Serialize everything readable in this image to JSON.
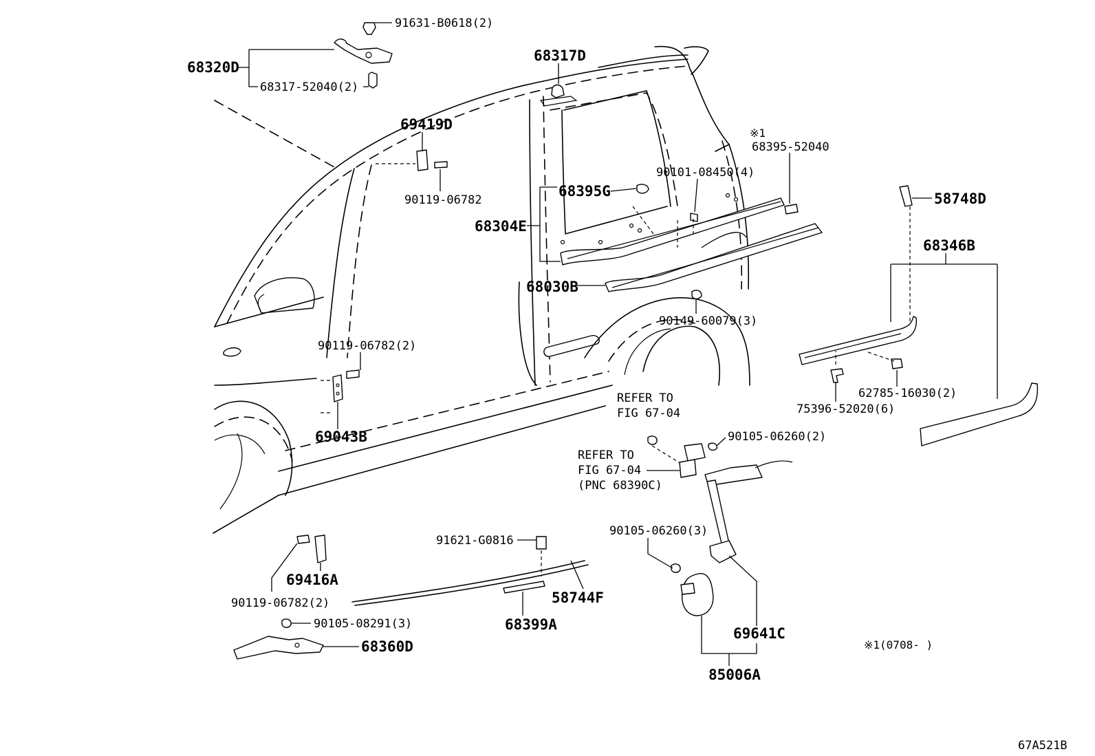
{
  "diagram_id": "67A521B",
  "footnote": "※1(0708-    )",
  "variant_mark": "※1",
  "labels": {
    "p91631": "91631-B0618(2)",
    "p68320D": "68320D",
    "p68317_52040": "68317-52040(2)",
    "p68317D": "68317D",
    "p69419D": "69419D",
    "p90119_06782_a": "90119-06782",
    "p68395_52040": "68395-52040",
    "p90101": "90101-08450(4)",
    "p68395G": "68395G",
    "p68304E": "68304E",
    "p58748D": "58748D",
    "p68346B": "68346B",
    "p68030B": "68030B",
    "p90149": "90149-60079(3)",
    "p90119_06782_b": "90119-06782(2)",
    "p62785": "62785-16030(2)",
    "p75396": "75396-52020(6)",
    "p69043B": "69043B",
    "refer1_l1": "REFER TO",
    "refer1_l2": "FIG 67-04",
    "p90105_06260_a": "90105-06260(2)",
    "refer2_l1": "REFER TO",
    "refer2_l2": "FIG 67-04",
    "refer2_l3": "(PNC 68390C)",
    "p91621": "91621-G0816",
    "p90105_06260_b": "90105-06260(3)",
    "p69416A": "69416A",
    "p90119_06782_c": "90119-06782(2)",
    "p58744F": "58744F",
    "p90105_08291": "90105-08291(3)",
    "p68399A": "68399A",
    "p69641C": "69641C",
    "p68360D": "68360D",
    "p85006A": "85006A"
  }
}
